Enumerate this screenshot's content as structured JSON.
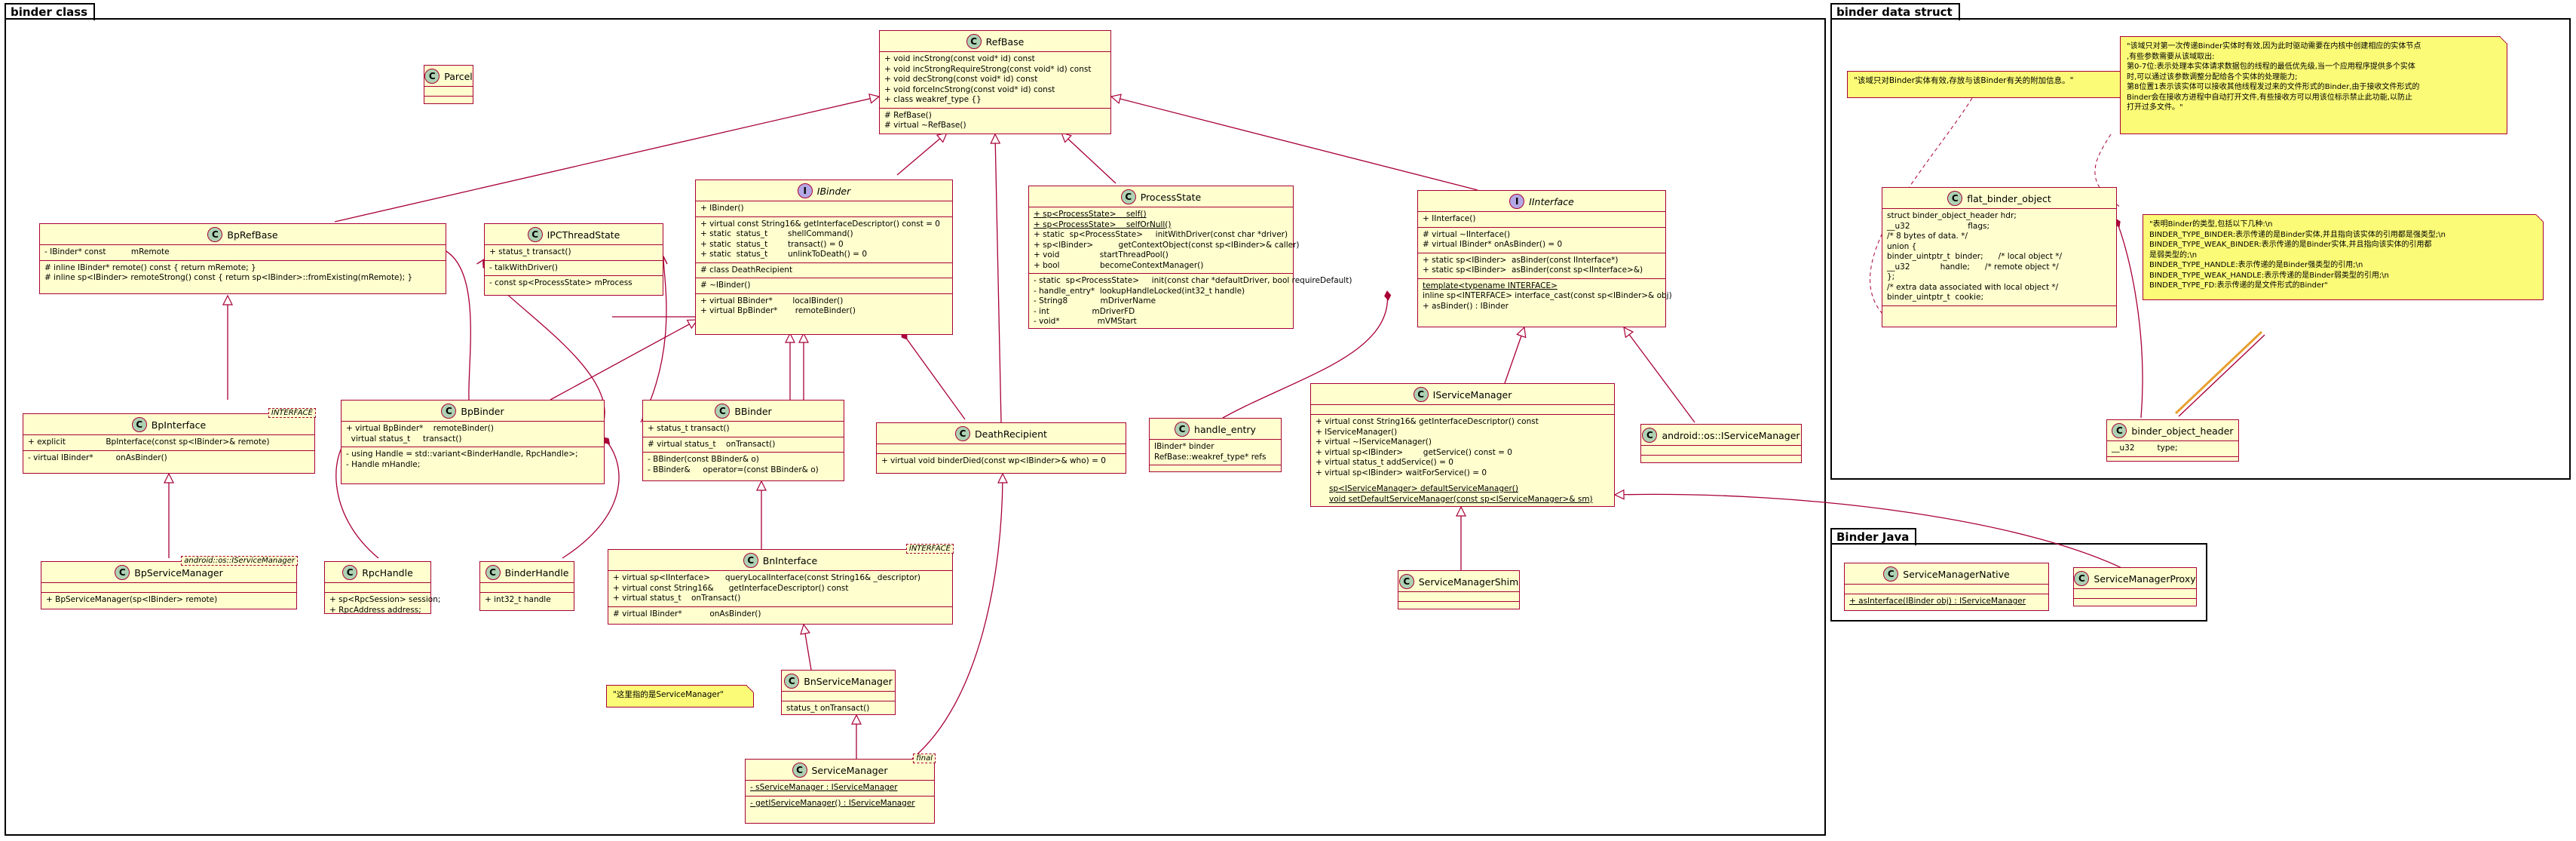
{
  "packages": {
    "binder_class": "binder class",
    "binder_data_struct": "binder data struct",
    "binder_java": "Binder Java"
  },
  "classes": {
    "parcel": {
      "name": "Parcel"
    },
    "refbase": {
      "name": "RefBase",
      "methods": [
        "+ void incStrong(const void* id) const",
        "+ void incStrongRequireStrong(const void* id) const",
        "+ void decStrong(const void* id) const",
        "+ void forceIncStrong(const void* id) const",
        "+ class weakref_type {}"
      ],
      "protected": [
        "# RefBase()",
        "# virtual ~RefBase()"
      ]
    },
    "ibinder": {
      "name": "IBinder",
      "s1": [
        "+ IBinder()"
      ],
      "s2": [
        "+ virtual const String16& getInterfaceDescriptor() const = 0",
        "+ static  status_t        shellCommand()",
        "+ static  status_t        transact() = 0",
        "+ static  status_t        unlinkToDeath() = 0"
      ],
      "s3": [
        "# class DeathRecipient"
      ],
      "s4": [
        "# ~IBinder()"
      ],
      "s5": [
        "+ virtual BBinder*        localBinder()",
        "+ virtual BpBinder*       remoteBinder()"
      ]
    },
    "processstate": {
      "name": "ProcessState",
      "s1": [
        "+ sp<ProcessState>    self()",
        "+ sp<ProcessState>    selfOrNull()",
        "+ static  sp<ProcessState>     initWithDriver(const char *driver)",
        "+ sp<IBinder>          getContextObject(const sp<IBinder>& caller)",
        "+ void                startThreadPool()",
        "+ bool                becomeContextManager()"
      ],
      "s2": [
        "- static  sp<ProcessState>     init(const char *defaultDriver, bool requireDefault)",
        "- handle_entry*  lookupHandleLocked(int32_t handle)",
        "- String8             mDriverName",
        "- int                 mDriverFD",
        "- void*               mVMStart"
      ]
    },
    "iinterface": {
      "name": "IInterface",
      "s1": [
        "+ IInterface()"
      ],
      "s2": [
        "# virtual ~IInterface()",
        "# virtual IBinder* onAsBinder() = 0"
      ],
      "s3": [
        "+ static sp<IBinder>  asBinder(const IInterface*)",
        "+ static sp<IBinder>  asBinder(const sp<IInterface>&)"
      ],
      "s4": [
        "template<typename INTERFACE>",
        "inline sp<INTERFACE> interface_cast(const sp<IBinder>& obj)",
        "+ asBinder() : IBinder"
      ]
    },
    "bprefbase": {
      "name": "BpRefBase",
      "s1": [
        "- IBinder* const          mRemote"
      ],
      "s2": [
        "# inline IBinder* remote() const { return mRemote; }",
        "# inline sp<IBinder> remoteStrong() const { return sp<IBinder>::fromExisting(mRemote); }"
      ]
    },
    "ipcthreadstate": {
      "name": "IPCThreadState",
      "s1": [
        "+ status_t transact()"
      ],
      "s2": [
        "- talkWithDriver()"
      ],
      "s3": [
        "- const sp<ProcessState> mProcess"
      ]
    },
    "bpinterface": {
      "name": "BpInterface",
      "tag": "INTERFACE",
      "s1": [
        "+ explicit                BpInterface(const sp<IBinder>& remote)"
      ],
      "s2": [
        "- virtual IBinder*         onAsBinder()"
      ]
    },
    "bpbinder": {
      "name": "BpBinder",
      "s1": [
        "+ virtual BpBinder*    remoteBinder()",
        "  virtual status_t     transact()"
      ],
      "s2": [
        "- using Handle = std::variant<BinderHandle, RpcHandle>;",
        "- Handle mHandle;"
      ]
    },
    "bbinder": {
      "name": "BBinder",
      "s1": [
        "+ status_t transact()"
      ],
      "s2": [
        "# virtual status_t    onTransact()"
      ],
      "s3": [
        "- BBinder(const BBinder& o)",
        "- BBinder&     operator=(const BBinder& o)"
      ]
    },
    "deathrecipient": {
      "name": "DeathRecipient",
      "s1": [
        "+ virtual void binderDied(const wp<IBinder>& who) = 0"
      ]
    },
    "handle_entry": {
      "name": "handle_entry",
      "s1": [
        "IBinder* binder",
        "RefBase::weakref_type* refs"
      ]
    },
    "iservicemanager": {
      "name": "IServiceManager",
      "s1": [
        "+ virtual const String16& getInterfaceDescriptor() const",
        "+ IServiceManager()",
        "+ virtual ~IServiceManager()",
        "+ virtual sp<IBinder>        getService() const = 0",
        "+ virtual status_t addService() = 0",
        "+ virtual sp<IBinder> waitForService() = 0"
      ],
      "s2": [
        "sp<IServiceManager> defaultServiceManager()",
        "void setDefaultServiceManager(const sp<IServiceManager>& sm)"
      ]
    },
    "android_iservicemanager": {
      "name": "android::os::IServiceManager"
    },
    "bpservicemanager": {
      "name": "BpServiceManager",
      "tag": "android::os::IServiceManager",
      "s1": [
        "+ BpServiceManager(sp<IBinder> remote)"
      ]
    },
    "rpchandle": {
      "name": "RpcHandle",
      "s1": [
        "+ sp<RpcSession> session;",
        "+ RpcAddress address;"
      ]
    },
    "binderhandle": {
      "name": "BinderHandle",
      "s1": [
        "+ int32_t handle"
      ]
    },
    "bninterface": {
      "name": "BnInterface",
      "tag": "INTERFACE",
      "s1": [
        "+ virtual sp<IInterface>      queryLocalInterface(const String16& _descriptor)",
        "+ virtual const String16&      getInterfaceDescriptor() const",
        "+ virtual status_t    onTransact()"
      ],
      "s2": [
        "# virtual IBinder*           onAsBinder()"
      ]
    },
    "bnservicemanager": {
      "name": "BnServiceManager",
      "s1": [
        "status_t onTransact()"
      ]
    },
    "servicemanager": {
      "name": "ServiceManager",
      "tag": "final",
      "s1": [
        "- sServiceManager : IServiceManager"
      ],
      "s2": [
        "- getIServiceManager() : IServiceManager"
      ]
    },
    "servicemanagershim": {
      "name": "ServiceManagerShim"
    },
    "flat_binder_object": {
      "name": "flat_binder_object",
      "s1": [
        "struct binder_object_header hdr;",
        "__u32                       flags;",
        "",
        "/* 8 bytes of data. */",
        "union {",
        "binder_uintptr_t  binder;      /* local object */",
        "__u32            handle;      /* remote object */",
        "};",
        "",
        "/* extra data associated with local object */",
        "binder_uintptr_t  cookie;"
      ]
    },
    "binder_object_header": {
      "name": "binder_object_header",
      "s1": [
        "__u32         type;"
      ]
    },
    "servicemanagernative": {
      "name": "ServiceManagerNative",
      "s1": [
        "+ asInterface(IBinder obj) : IServiceManager"
      ]
    },
    "servicemanagerproxy": {
      "name": "ServiceManagerProxy"
    }
  },
  "notes": {
    "servicemanager_note": "\"这里指的是ServiceManager\"",
    "flat_note_left": "\"该域只对Binder实体有效,存放与该Binder有关的附加信息。\"",
    "flat_note_right": "\"该域只对第一次传递Binder实体时有效,因为此时驱动需要在内核中创建相应的实体节点\n,有些参数需要从该域取出:\n第0-7位:表示处理本实体请求数据包的线程的最低优先级,当一个应用程序提供多个实体\n时,可以通过该参数调整分配给各个实体的处理能力;\n第8位置1表示该实体可以接收其他线程发过来的文件形式的Binder,由于接收文件形式的\nBinder会在接收方进程中自动打开文件,有些接收方可以用该位标示禁止此功能,以防止\n打开过多文件。\"",
    "header_note": "\"表明Binder的类型,包括以下几种:\\n\nBINDER_TYPE_BINDER:表示传递的是Binder实体,并且指向该实体的引用都是强类型;\\n\nBINDER_TYPE_WEAK_BINDER:表示传递的是Binder实体,并且指向该实体的引用都\n是弱类型的;\\n\nBINDER_TYPE_HANDLE:表示传递的是Binder强类型的引用;\\n\nBINDER_TYPE_WEAK_HANDLE:表示传递的是Binder弱类型的引用;\\n\nBINDER_TYPE_FD:表示传递的是文件形式的Binder\""
  },
  "colors": {
    "class_fill": "#fefece",
    "class_border": "#a80036",
    "note_fill": "#fbfb77",
    "class_badge": "#add1b2",
    "interface_badge": "#b4a7e5"
  }
}
